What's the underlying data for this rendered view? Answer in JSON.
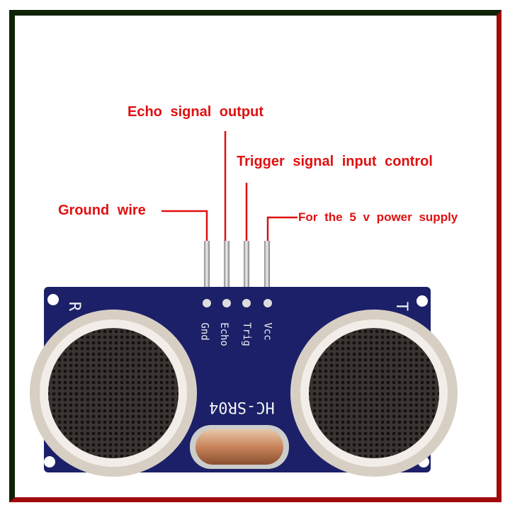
{
  "labels": {
    "echo": "Echo signal output",
    "trigger": "Trigger signal input control",
    "ground": "Ground wire",
    "vcc": "For the 5 v power supply"
  },
  "board": {
    "model": "HC-SR04",
    "pins": [
      "Gnd",
      "Echo",
      "Trig",
      "Vcc"
    ],
    "left_mark": "R",
    "right_mark": "T"
  },
  "colors": {
    "label": "#e01010",
    "pcb": "#1b2068",
    "frame_top_left": "#0d2206",
    "frame_bottom_right": "#a10a0a"
  }
}
